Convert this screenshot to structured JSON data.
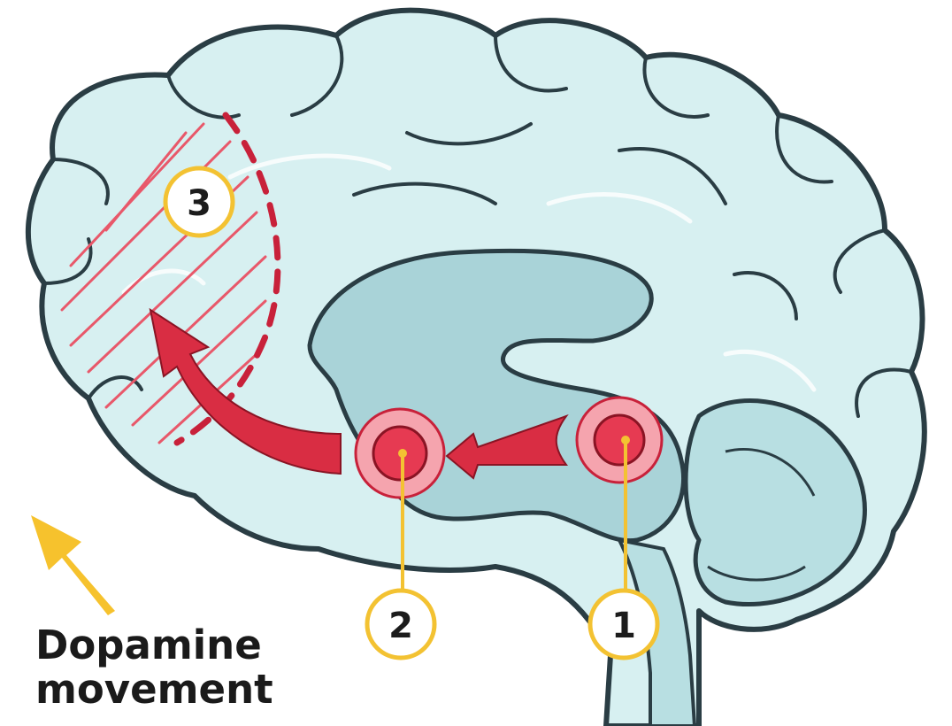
{
  "labels": {
    "one": "1",
    "two": "2",
    "three": "3"
  },
  "legend": {
    "line1": "Dopamine",
    "line2": "movement",
    "arrow_color": "#f6c22d"
  },
  "colors": {
    "brain_fill": "#d7f0f1",
    "ventricle_fill": "#a9d3d8",
    "outline": "#2a3d44",
    "dopamine_red": "#d92d43",
    "halo_pink": "#f5a4ae",
    "callout_yellow": "#f3c232"
  }
}
